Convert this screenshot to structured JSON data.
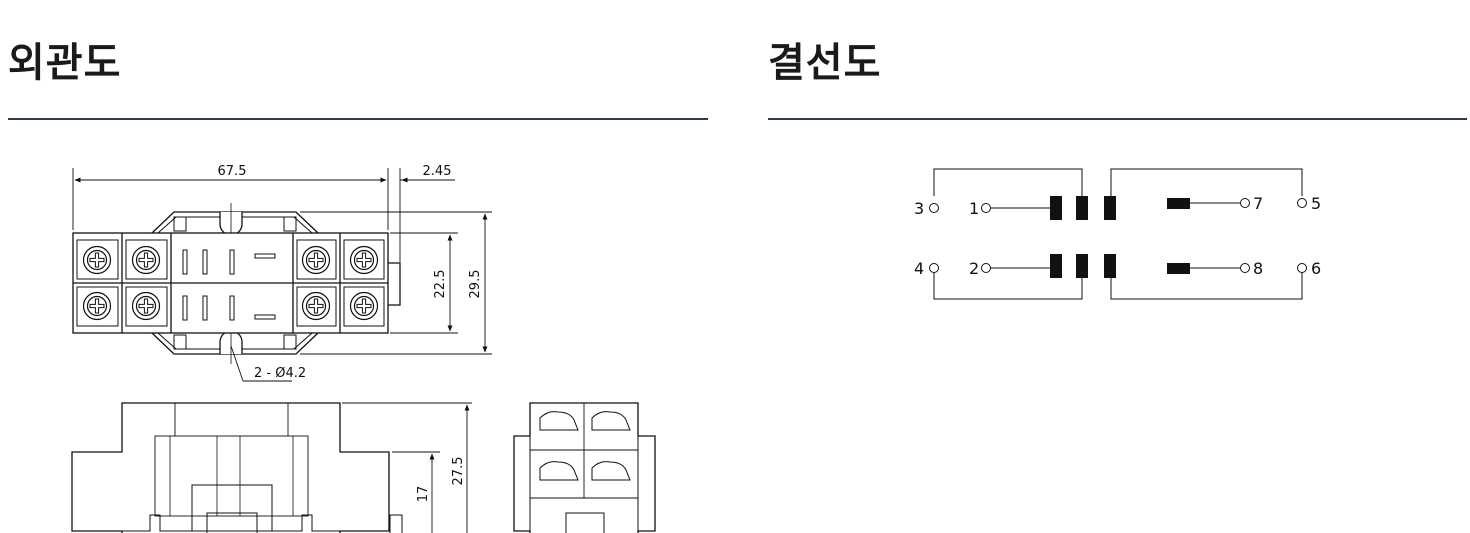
{
  "sections": {
    "exterior": {
      "title": "외관도"
    },
    "wiring": {
      "title": "결선도"
    }
  },
  "dimensions": {
    "width_total": "67.5",
    "edge_offset": "2.45",
    "inner_height": "22.5",
    "outer_height": "29.5",
    "holes": "2 - Ø4.2",
    "body_height": "27.5",
    "base_height": "17"
  },
  "terminals": {
    "t1": "1",
    "t2": "2",
    "t3": "3",
    "t4": "4",
    "t5": "5",
    "t6": "6",
    "t7": "7",
    "t8": "8"
  }
}
